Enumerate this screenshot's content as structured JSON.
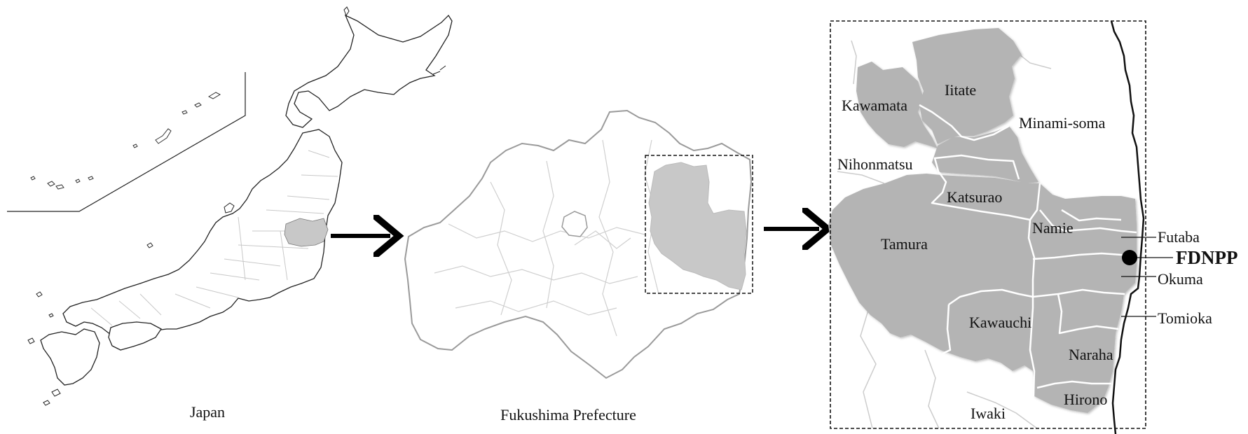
{
  "captions": {
    "japan": "Japan",
    "prefecture": "Fukushima Prefecture",
    "area": "Iwaki"
  },
  "municipalities": {
    "kawamata": "Kawamata",
    "iitate": "Iitate",
    "minami_soma": "Minami-soma",
    "nihonmatsu": "Nihonmatsu",
    "katsurao": "Katsurao",
    "namie": "Namie",
    "tamura": "Tamura",
    "kawauchi": "Kawauchi",
    "naraha": "Naraha",
    "hirono": "Hirono",
    "futaba": "Futaba",
    "okuma": "Okuma",
    "tomioka": "Tomioka"
  },
  "plant": {
    "label": "FDNPP"
  },
  "colors": {
    "highlight_fill": "#b4b4b4",
    "japan_highlight": "#c8c8c8",
    "pref_highlight": "#c8c8c8",
    "outline": "#222222",
    "inner_border": "#bdbdbd",
    "white_border": "#ffffff"
  }
}
